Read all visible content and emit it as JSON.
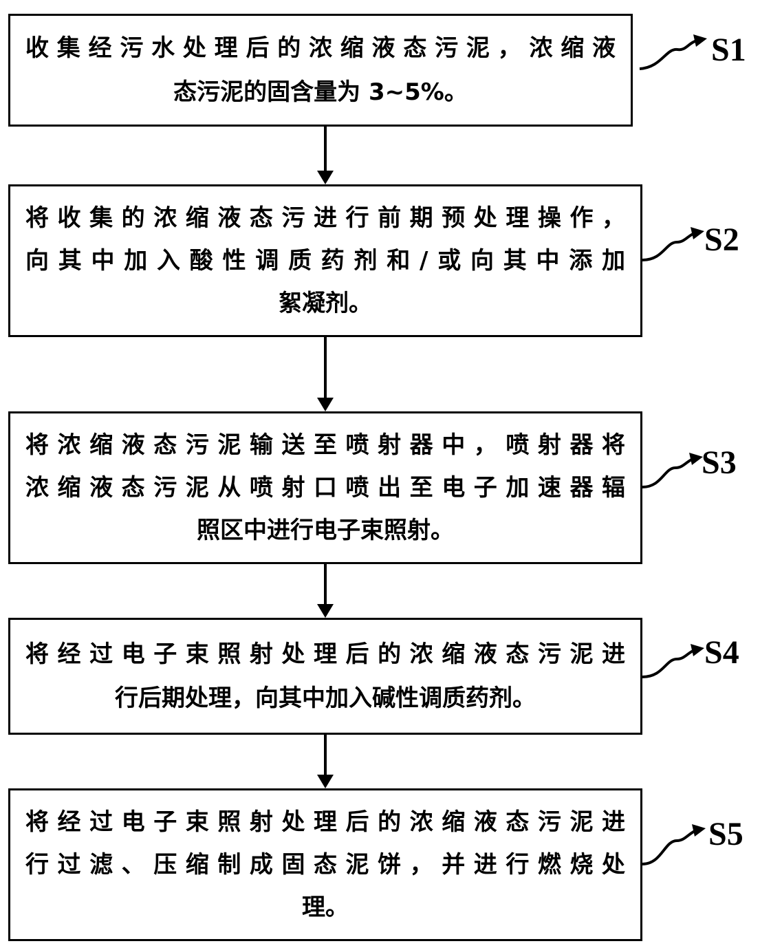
{
  "steps": [
    {
      "id": "S1",
      "lines": [
        "收集经污水处理后的浓缩液态污泥，浓缩液",
        "态污泥的固含量为 3~5%。"
      ]
    },
    {
      "id": "S2",
      "lines": [
        "将收集的浓缩液态污进行前期预处理操作，",
        "向其中加入酸性调质药剂和/或向其中添加",
        "絮凝剂。"
      ]
    },
    {
      "id": "S3",
      "lines": [
        "将浓缩液态污泥输送至喷射器中，喷射器将",
        "浓缩液态污泥从喷射口喷出至电子加速器辐",
        "照区中进行电子束照射。"
      ]
    },
    {
      "id": "S4",
      "lines": [
        "将经过电子束照射处理后的浓缩液态污泥进",
        "行后期处理，向其中加入碱性调质药剂。"
      ]
    },
    {
      "id": "S5",
      "lines": [
        "将经过电子束照射处理后的浓缩液态污泥进",
        "行过滤、压缩制成固态泥饼，并进行燃烧处",
        "理。"
      ]
    }
  ]
}
